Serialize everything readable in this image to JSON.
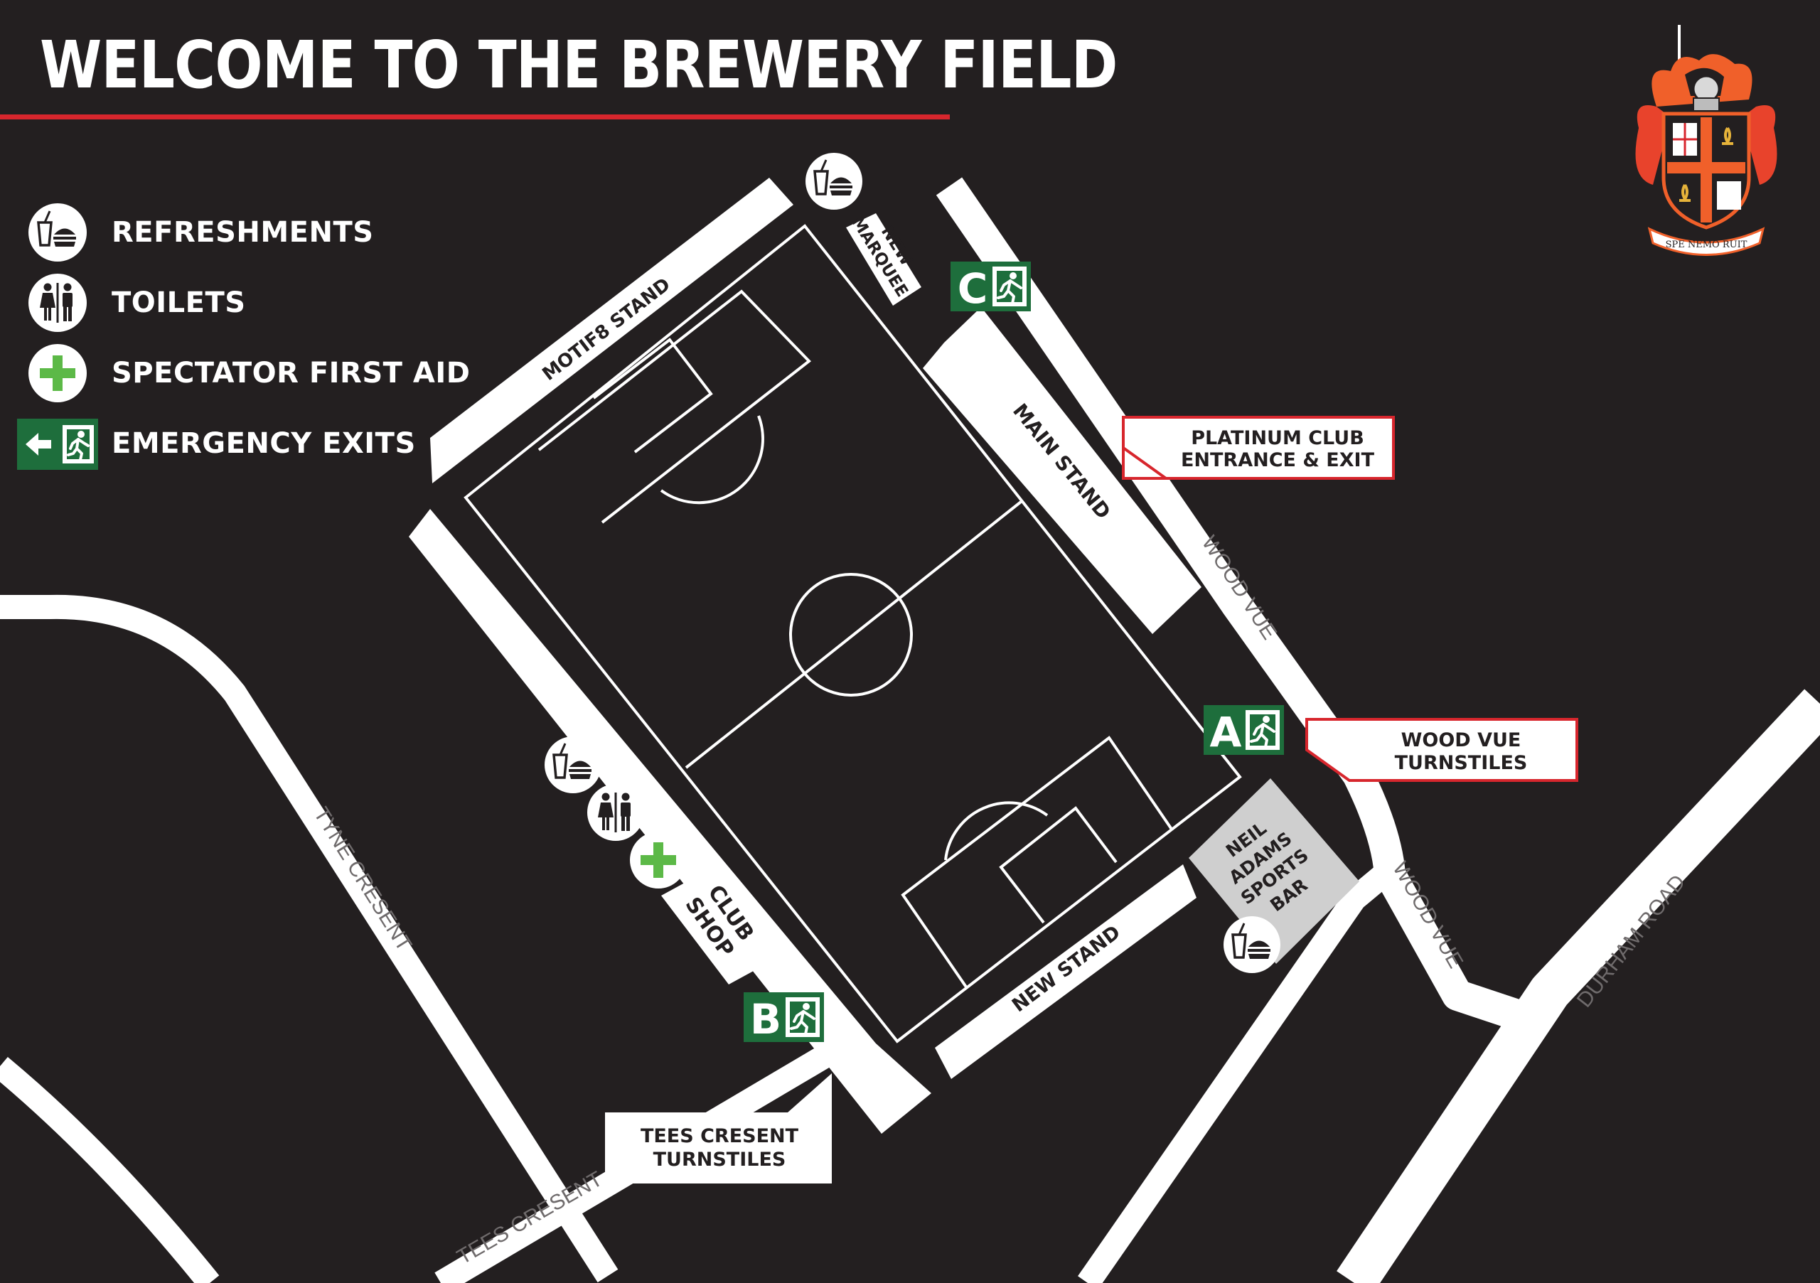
{
  "title": "WELCOME TO THE BREWERY FIELD",
  "legend": [
    {
      "icon": "refreshments-icon",
      "label": "REFRESHMENTS"
    },
    {
      "icon": "toilets-icon",
      "label": "TOILETS"
    },
    {
      "icon": "first-aid-icon",
      "label": "SPECTATOR FIRST AID"
    },
    {
      "icon": "emergency-exit-icon",
      "label": "EMERGENCY EXITS"
    }
  ],
  "stands": {
    "motif8": "MOTIF8 STAND",
    "new_marquee_1": "NEW",
    "new_marquee_2": "MARQUEE",
    "main": "MAIN STAND",
    "new_stand": "NEW STAND",
    "club_shop_1": "CLUB",
    "club_shop_2": "SHOP",
    "bar_1": "NEIL",
    "bar_2": "ADAMS",
    "bar_3": "SPORTS",
    "bar_4": "BAR"
  },
  "exits": {
    "a": "A",
    "b": "B",
    "c": "C"
  },
  "callouts": {
    "platinum_1": "PLATINUM CLUB",
    "platinum_2": "ENTRANCE & EXIT",
    "woodvue_1": "WOOD VUE",
    "woodvue_2": "TURNSTILES",
    "tees_1": "TEES CRESENT",
    "tees_2": "TURNSTILES"
  },
  "streets": {
    "tyne": "TYNE CRESENT",
    "tees": "TEES CRESENT",
    "wood_vue_upper": "WOOD VUE",
    "wood_vue_lower": "WOOD VUE",
    "durham": "DURHAM ROAD"
  },
  "crest": {
    "motto": "SPE NEMO RUIT"
  },
  "colors": {
    "background": "#231f20",
    "accent_red": "#d7262d",
    "exit_green": "#1e6e3c",
    "first_aid_green": "#5cb947",
    "bar_grey": "#cfcfcf",
    "crest_orange": "#f0602a"
  }
}
